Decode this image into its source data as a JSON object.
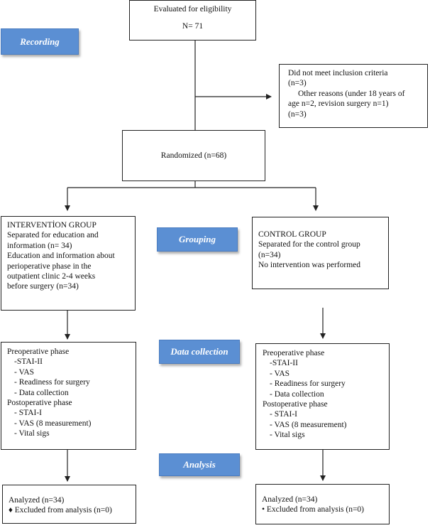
{
  "stage_labels": {
    "recording": "Recording",
    "grouping": "Grouping",
    "data_collection": "Data collection",
    "analysis": "Analysis"
  },
  "eligibility": {
    "line1": "Evaluated for eligibility",
    "line2": "N= 71"
  },
  "exclusion": {
    "lines": [
      "Did not meet inclusion criteria",
      "(n=3)",
      "Other reasons (under 18 years of",
      "age n=2, revision surgery n=1)",
      "(n=3)"
    ]
  },
  "randomized": {
    "text": "Randomized (n=68)"
  },
  "intervention_group": {
    "title": "INTERVENTİON GROUP",
    "lines": [
      "Separated for education and",
      "information (n= 34)",
      "Education and information about",
      "perioperative phase in the",
      "outpatient clinic 2-4 weeks",
      "before surgery (n=34)"
    ]
  },
  "control_group": {
    "title": "CONTROL GROUP",
    "lines": [
      "Separated for the control group",
      "(n=34)",
      "No intervention was performed"
    ]
  },
  "intervention_data": {
    "pre_title": "Preoperative phase",
    "pre_items": [
      "-STAI-II",
      "- VAS",
      "- Readiness for surgery",
      "- Data collection"
    ],
    "post_title": "Postoperative phase",
    "post_items": [
      "- STAI-I",
      "- VAS (8 measurement)",
      "- Vital sigs"
    ]
  },
  "control_data": {
    "pre_title": "Preoperative phase",
    "pre_items": [
      "-STAI-II",
      "- VAS",
      "- Readiness for surgery",
      "- Data collection"
    ],
    "post_title": "Postoperative phase",
    "post_items": [
      "- STAI-I",
      "- VAS (8 measurement)",
      "- Vital sigs"
    ]
  },
  "intervention_analysis": {
    "line1": "Analyzed (n=34)",
    "line2": "♦ Excluded from analysis (n=0)"
  },
  "control_analysis": {
    "line1": "Analyzed (n=34)",
    "line2": "• Excluded from analysis (n=0)"
  },
  "colors": {
    "tag_fill": "#5b8fd3",
    "tag_text": "#ffffff",
    "box_border": "#222222"
  }
}
